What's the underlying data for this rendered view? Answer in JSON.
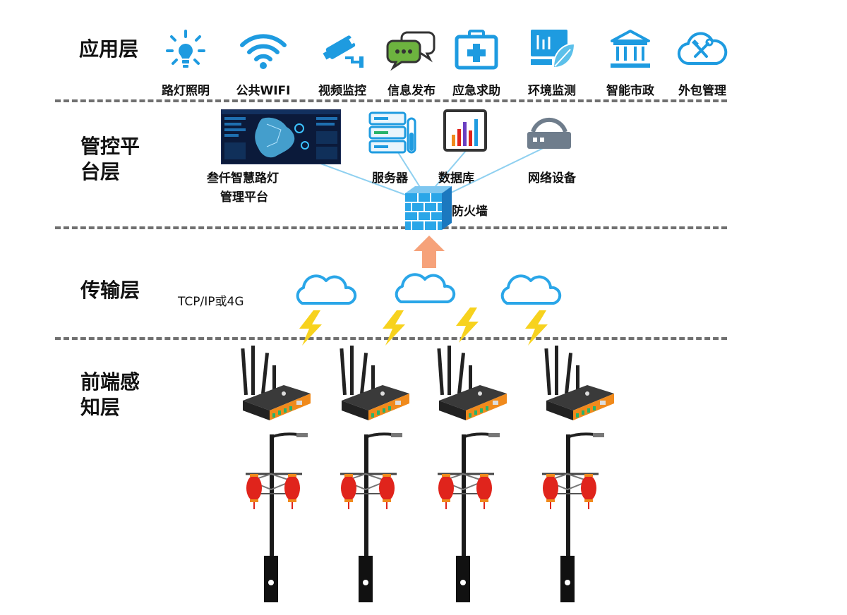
{
  "layers": {
    "application": "应用层",
    "platform": "管控平台层",
    "transport": "传输层",
    "perception": "前端感知层"
  },
  "apps": [
    {
      "label": "路灯照明",
      "icon": "street-light-bulb-icon"
    },
    {
      "label": "公共WIFI",
      "icon": "wifi-icon"
    },
    {
      "label": "视频监控",
      "icon": "surveillance-camera-icon"
    },
    {
      "label": "信息发布",
      "icon": "chat-bubbles-icon"
    },
    {
      "label": "应急求助",
      "icon": "first-aid-kit-icon"
    },
    {
      "label": "环境监测",
      "icon": "leaf-monitor-icon"
    },
    {
      "label": "智能市政",
      "icon": "government-building-icon"
    },
    {
      "label": "外包管理",
      "icon": "cloud-tools-icon"
    }
  ],
  "platform": {
    "dashboard_label_line1": "叁仟智慧路灯",
    "dashboard_label_line2": "管理平台",
    "server_label": "服务器",
    "database_label": "数据库",
    "network_label": "网络设备",
    "firewall_label": "防火墙"
  },
  "transport": {
    "protocol_label": "TCP/IP或4G"
  },
  "colors": {
    "accent_blue": "#1e9be0",
    "cloud_blue": "#2aa6e8",
    "arrow_orange": "#f6a27a",
    "bolt_yellow": "#f7d21e",
    "gateway_orange": "#f08a1c",
    "lantern_red": "#e0241c",
    "divider_gray": "#707070"
  }
}
